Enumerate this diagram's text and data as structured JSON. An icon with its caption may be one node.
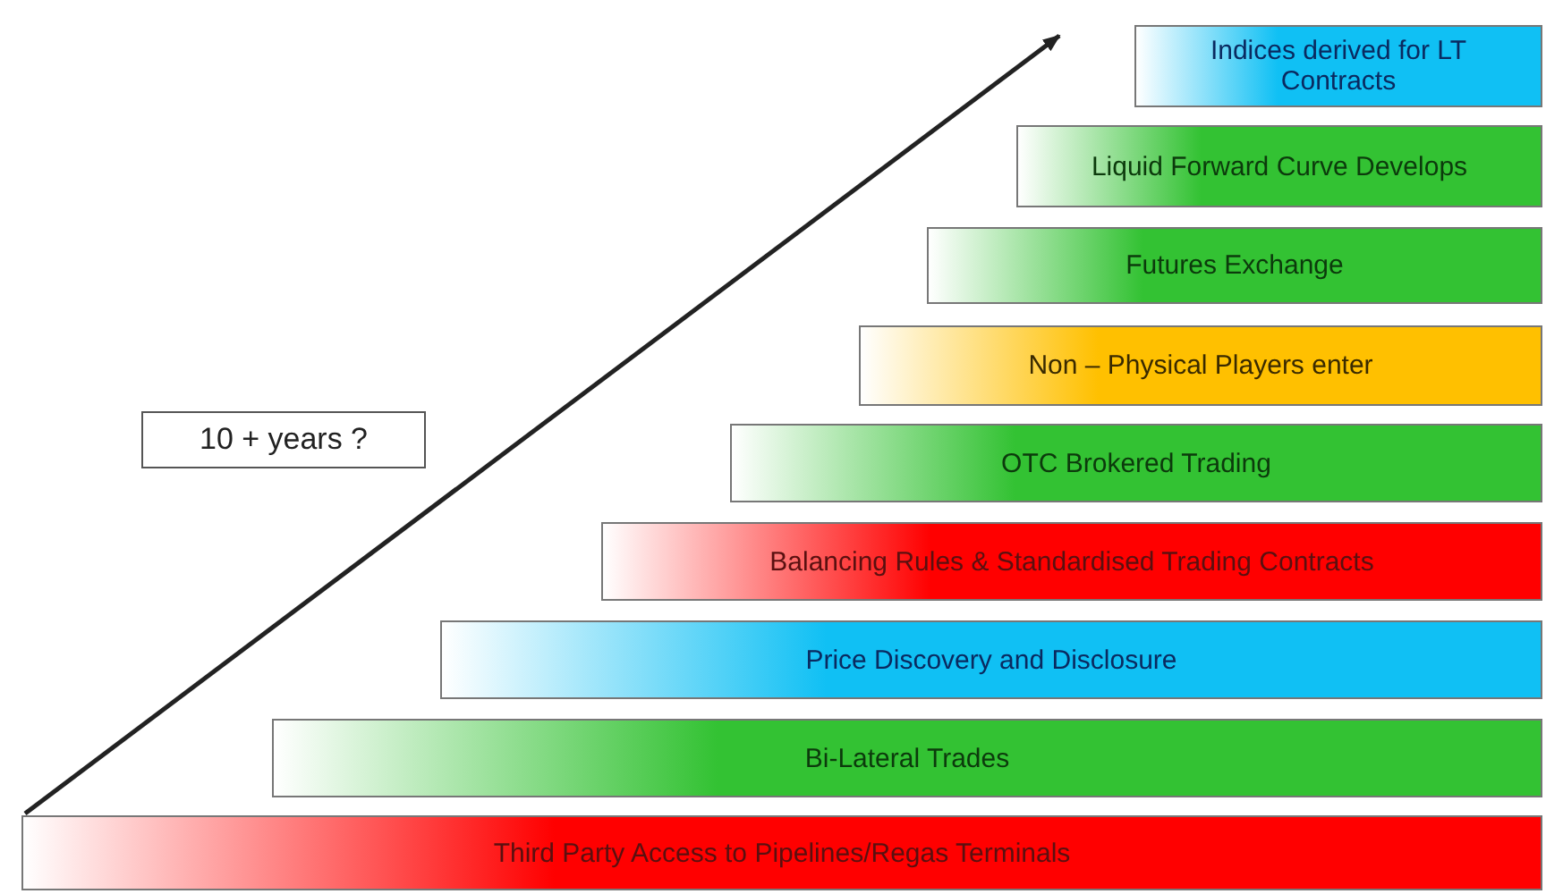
{
  "diagram": {
    "nodes": [
      {
        "text": [
          "Indices derived for LT Contracts"
        ]
      },
      {
        "text": [
          "Liquid Forward Curve Develops"
        ]
      },
      {
        "text": [
          "Futures Exchange"
        ]
      },
      {
        "text": [
          "Non – Physical Players enter"
        ]
      },
      {
        "text": [
          "10 + years ?"
        ]
      },
      {
        "text": [
          "OTC Brokered Trading"
        ]
      },
      {
        "text": [
          "Balancing Rules & Standardised Trading Contracts"
        ]
      },
      {
        "text": [
          "Price Discovery and Disclosure"
        ]
      },
      {
        "text": [
          "Bi-Lateral Trades"
        ]
      },
      {
        "text": [
          "Third Party Access to Pipelines/Regas Terminals"
        ]
      }
    ]
  }
}
